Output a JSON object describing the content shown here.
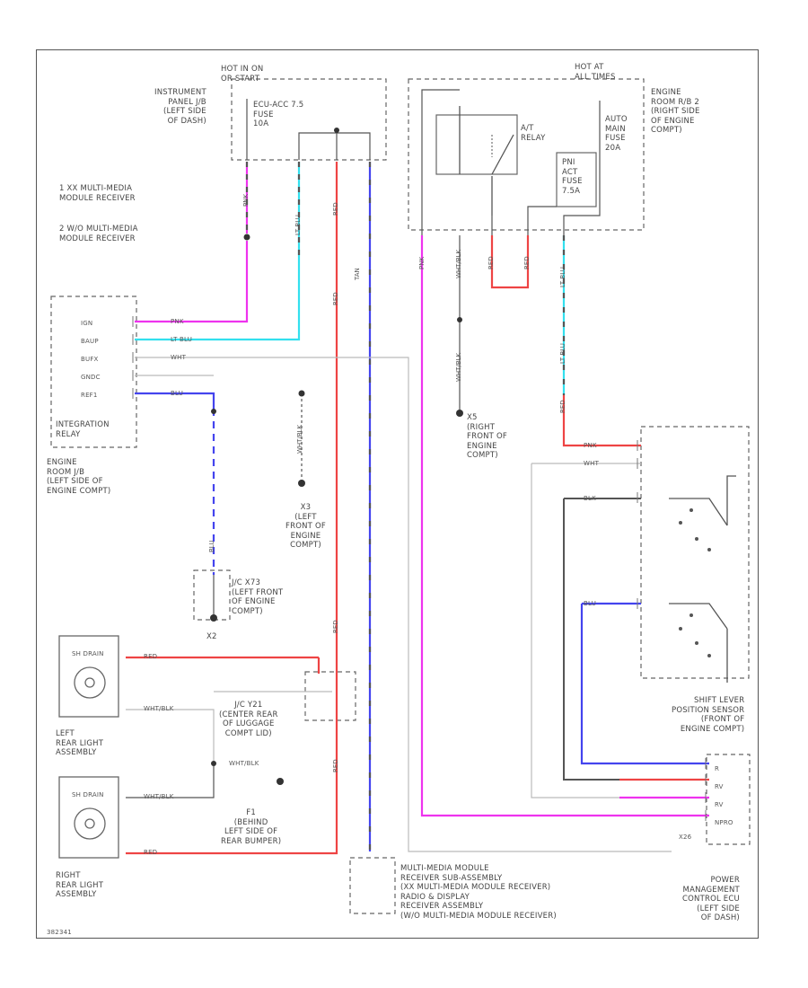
{
  "diagram": {
    "hot_acc": "HOT IN ON\nOR START",
    "hot_at_all": "HOT AT\nALL TIMES",
    "ip_jb": "INSTRUMENT\nPANEL J/B\n(LEFT SIDE\nOF DASH)",
    "ecu_fuse": "ECU-ACC 7.5\nFUSE\n10A",
    "engine_room_rb": "ENGINE\nROOM R/B 2\n(RIGHT SIDE\nOF ENGINE\nCOMPT)",
    "a_ig_relay": "A/T\nRELAY",
    "main_fuse": "AUTO\nMAIN\nFUSE\n20A",
    "at_fuse": "PNI\nACT\nFUSE\n7.5A",
    "legend_1": "1   XX MULTI-MEDIA\n     MODULE RECEIVER",
    "legend_2": "2   W/O MULTI-MEDIA\n     MODULE RECEIVER",
    "integration_relay": "INTEGRATION\nRELAY",
    "relay_pins": [
      "IGN",
      "BAUP",
      "BUFX",
      "GNDC",
      "REF1"
    ],
    "engine_room_jb": "ENGINE\nROOM J/B\n(LEFT SIDE OF\nENGINE COMPT)",
    "ground_x5": "X5\n(RIGHT\nFRONT OF\nENGINE\nCOMPT)",
    "ground_x3": "X3\n(LEFT\nFRONT OF\nENGINE\nCOMPT)",
    "jc_label": "J/C X73\n(LEFT FRONT\nOF ENGINE\nCOMPT)",
    "x2": "X2",
    "left_lamp_top": "SH DRAIN",
    "left_lamp_name": "LEFT\nREAR LIGHT\nASSEMBLY",
    "right_lamp_top": "SH DRAIN",
    "right_lamp_name": "RIGHT\nREAR LIGHT\nASSEMBLY",
    "junction_center": "J/C Y21\n(CENTER REAR\nOF LUGGAGE\nCOMPT LID)",
    "ground_f1": "F1\n(BEHIND\nLEFT SIDE OF\nREAR BUMPER)",
    "shift_lever": "SHIFT LEVER\nPOSITION SENSOR\n(FRONT OF\nENGINE COMPT)",
    "multimedia": "MULTI-MEDIA MODULE\nRECEIVER SUB-ASSEMBLY\n(XX MULTI-MEDIA MODULE RECEIVER)\nRADIO & DISPLAY\nRECEIVER ASSEMBLY\n(W/O MULTI-MEDIA MODULE RECEIVER)",
    "power_mgmt": "POWER\nMANAGEMENT\nCONTROL ECU\n(LEFT SIDE\nOF DASH)",
    "pm_pins": [
      "R",
      "RV",
      "RV",
      "NPRO",
      "X26"
    ],
    "wire_pnk": "PNK",
    "wire_ltblu": "LT BLU",
    "wire_wht": "WHT",
    "wire_blu": "BLU",
    "wire_red": "RED",
    "wire_wht_blk": "WHT/BLK",
    "wire_blk": "BLK",
    "wire_tan": "TAN",
    "wire_pnk2": "PNK",
    "footer_code": "382341"
  },
  "colors": {
    "pink": "#ee33ee",
    "cyan": "#33e0ee",
    "red": "#ee4444",
    "blue": "#4444ee",
    "gray": "#555555",
    "light": "#bbbbbb"
  }
}
